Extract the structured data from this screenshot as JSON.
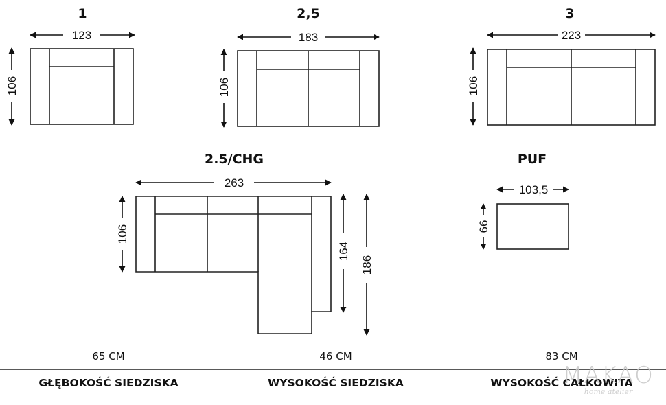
{
  "models": [
    {
      "id": "1",
      "title": "1",
      "width": "123",
      "depth": "106"
    },
    {
      "id": "25",
      "title": "2,5",
      "width": "183",
      "depth": "106"
    },
    {
      "id": "3",
      "title": "3",
      "width": "223",
      "depth": "106"
    },
    {
      "id": "chg",
      "title": "2.5/CHG",
      "width": "263",
      "depth": "106",
      "chaise_inner": "164",
      "chaise_outer": "186"
    },
    {
      "id": "puf",
      "title": "PUF",
      "width": "103,5",
      "depth": "66"
    }
  ],
  "specs": [
    {
      "value": "65 CM",
      "label": "GŁĘBOKOŚĆ SIEDZISKA"
    },
    {
      "value": "46 CM",
      "label": "WYSOKOŚĆ SIEDZISKA"
    },
    {
      "value": "83 CM",
      "label": "WYSOKOŚĆ CAŁKOWITA"
    }
  ],
  "brand": {
    "name": "MAKAO",
    "tagline": "home atelier"
  }
}
